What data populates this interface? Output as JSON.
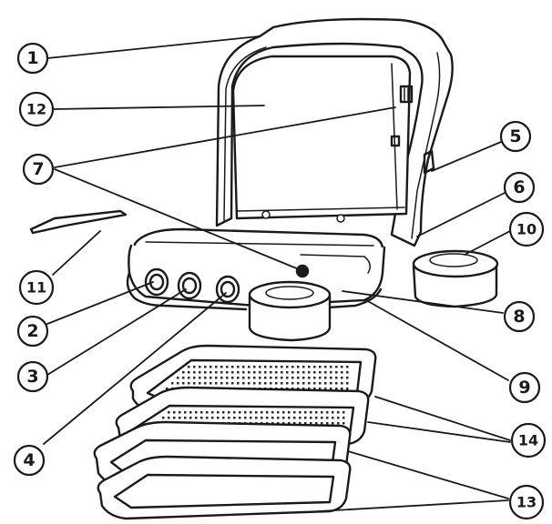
{
  "callouts": [
    {
      "id": "c1",
      "label": "1"
    },
    {
      "id": "c12",
      "label": "12"
    },
    {
      "id": "c7",
      "label": "7"
    },
    {
      "id": "c5",
      "label": "5"
    },
    {
      "id": "c6",
      "label": "6"
    },
    {
      "id": "c10",
      "label": "10"
    },
    {
      "id": "c11",
      "label": "11"
    },
    {
      "id": "c2",
      "label": "2"
    },
    {
      "id": "c8",
      "label": "8"
    },
    {
      "id": "c3",
      "label": "3"
    },
    {
      "id": "c9",
      "label": "9"
    },
    {
      "id": "c14",
      "label": "14"
    },
    {
      "id": "c4",
      "label": "4"
    },
    {
      "id": "c13",
      "label": "13"
    }
  ]
}
